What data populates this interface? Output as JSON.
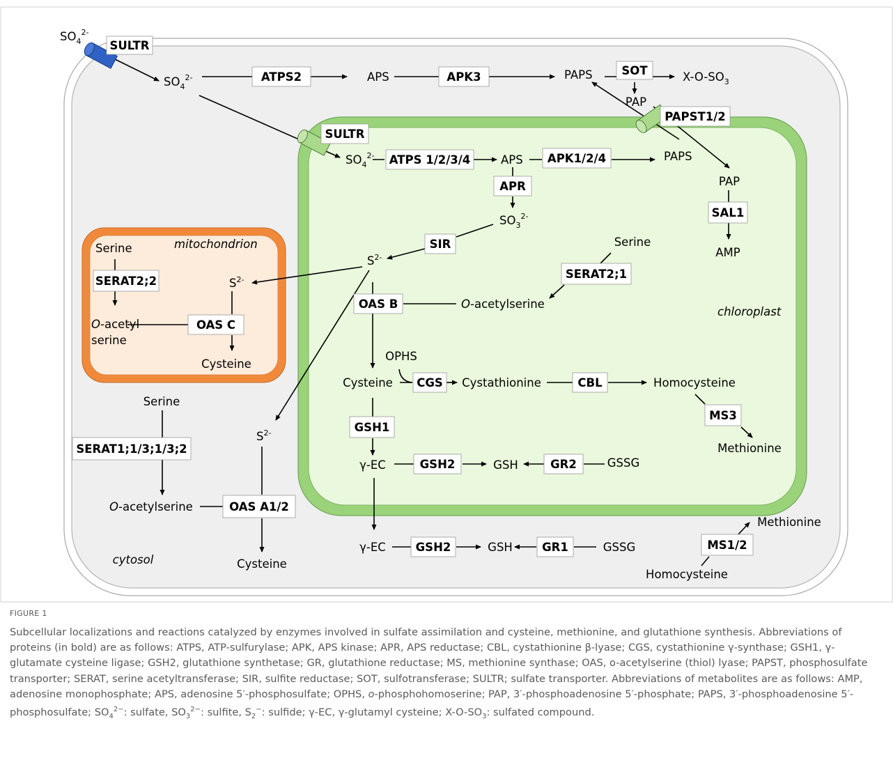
{
  "colors": {
    "cell_fill": "#efefef",
    "cell_wall": "#c9c9c9",
    "chloroplast_border": "#9bd37a",
    "chloroplast_fill": "#eaf8dd",
    "mito_border": "#f08a3a",
    "mito_fill": "#fdebdb",
    "sultr_blue": "#2f62c4",
    "transporter_green": "#a9d98b",
    "caption_text": "#5a5a5a"
  },
  "compartments": {
    "chloroplast": "chloroplast",
    "mitochondrion": "mitochondrion",
    "cytosol": "cytosol"
  },
  "enzymes": {
    "sultr_outer": "SULTR",
    "sultr_chloro": "SULTR",
    "atps2": "ATPS2",
    "apk3": "APK3",
    "sot": "SOT",
    "papst": "PAPST1/2",
    "atps1234": "ATPS 1/2/3/4",
    "apk124": "APK1/2/4",
    "apr": "APR",
    "sal1": "SAL1",
    "sir": "SIR",
    "serat21": "SERAT2;1",
    "serat22": "SERAT2;2",
    "oas_b": "OAS B",
    "oas_c": "OAS C",
    "cgs": "CGS",
    "cbl": "CBL",
    "ms3": "MS3",
    "gsh1": "GSH1",
    "gsh2_chloro": "GSH2",
    "gr2": "GR2",
    "serat1": "SERAT1;1/3;1/3;2",
    "oas_a12": "OAS A1/2",
    "gsh2_cyto": "GSH2",
    "gr1": "GR1",
    "ms12": "MS1/2"
  },
  "metabolites": {
    "so4_outside": "SO",
    "so4_outside_sub": "4",
    "so4_outside_sup": "2-",
    "so4_cyto": "SO",
    "so4_cyto_sub": "4",
    "so4_cyto_sup": "2-",
    "aps_cyto": "APS",
    "paps_cyto": "PAPS",
    "xoso3": "X-O-SO",
    "xoso3_sub": "3",
    "pap_cyto": "PAP",
    "so4_chloro": "SO",
    "so4_chloro_sub": "4",
    "so4_chloro_sup": "2-",
    "aps_chloro": "APS",
    "paps_chloro": "PAPS",
    "pap_chloro": "PAP",
    "amp": "AMP",
    "so3": "SO",
    "so3_sub": "3",
    "so3_sup": "2-",
    "s_chloro": "S",
    "s_chloro_sup": "2-",
    "serine_chloro": "Serine",
    "oas_chloro_italic": "O",
    "oas_chloro_rest": "-acetylserine",
    "ophs": "OPHS",
    "cysteine_chloro": "Cysteine",
    "cystathionine": "Cystathionine",
    "homocysteine_chloro": "Homocysteine",
    "methionine_chloro": "Methionine",
    "gec_chloro": "γ-EC",
    "gsh_chloro": "GSH",
    "gssg_chloro": "GSSG",
    "serine_mito": "Serine",
    "s_mito": "S",
    "s_mito_sup": "2-",
    "oacetyl_italic": "O",
    "oacetyl_rest": "-acetyl",
    "oacetyl_line2": "serine",
    "cysteine_mito": "Cysteine",
    "serine_cyto": "Serine",
    "s_cyto": "S",
    "s_cyto_sup": "2-",
    "oas_cyto_italic": "O",
    "oas_cyto_rest": "-acetylserine",
    "cysteine_cyto": "Cysteine",
    "gec_cyto": "γ-EC",
    "gsh_cyto": "GSH",
    "gssg_cyto": "GSSG",
    "methionine_cyto": "Methionine",
    "homocysteine_cyto": "Homocysteine"
  },
  "caption": {
    "label": "FIGURE 1",
    "text_1": "Subcellular localizations and reactions catalyzed by enzymes involved in sulfate assimilation and cysteine, methionine, and glutathione synthesis. Abbreviations of proteins (in bold) are as follows: ATPS, ATP-sulfurylase; APK, APS kinase; APR, APS reductase; CBL, cystathionine β-lyase; CGS, cystathionine γ-synthase; GSH1, γ-glutamate cysteine ligase; GSH2, glutathione synthetase; GR, glutathione reductase; MS, methionine synthase; OAS, o-acetylserine (thiol) lyase; PAPST, phosphosulfate transporter; SERAT, serine acetyltransferase; SIR, sulfite reductase; SOT, sulfotransferase; SULTR; sulfate transporter. Abbreviations of metabolites are as follows: AMP, adenosine monophosphate; APS, adenosine 5′-phosphosulfate; OPHS, ",
    "text_ophs_italic": "o",
    "text_2": "-phosphohomoserine; PAP, 3′-phosphoadenosine 5′-phosphate; PAPS, 3′-phosphoadenosine 5′-phosphosulfate; SO",
    "sub_4": "4",
    "sup_2m_a": "2−",
    "text_3": ": sulfate, SO",
    "sub_3": "3",
    "sup_2m_b": "2−",
    "text_4": ": sulfite, S",
    "sub_2": "2",
    "sup_m": "−",
    "text_5": ": sulfide; γ-EC, γ-glutamyl cysteine; X-O-SO",
    "sub_3b": "3",
    "text_6": ": sulfated compound."
  }
}
